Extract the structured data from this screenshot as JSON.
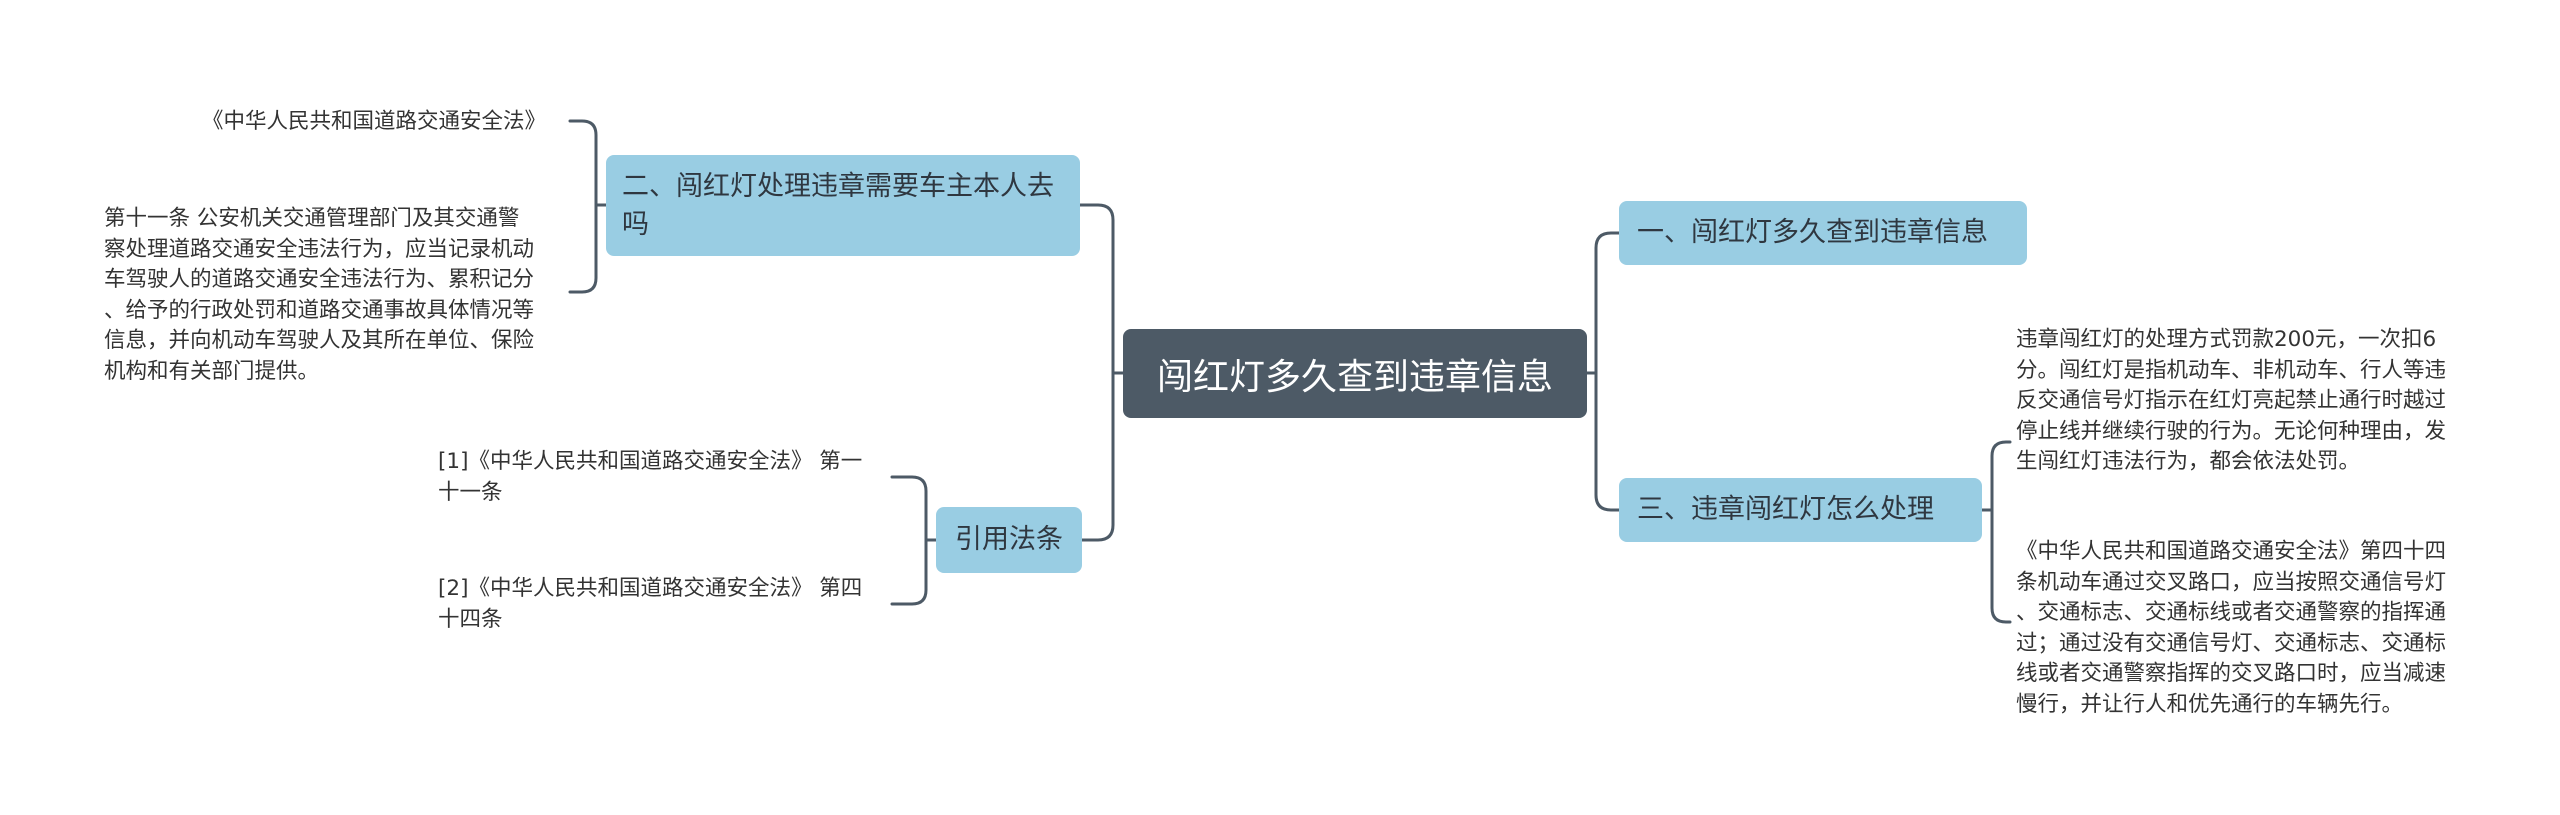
{
  "diagram": {
    "root": {
      "label": "闯红灯多久查到违章信息"
    },
    "branches": [
      {
        "label": "一、闯红灯多久查到违章信息"
      },
      {
        "label": "二、闯红灯处理违章需要车主本人去吗",
        "children": [
          "《中华人民共和国道路交通安全法》",
          "第十一条 公安机关交通管理部门及其交通警\n察处理道路交通安全违法行为，应当记录机动\n车驾驶人的道路交通安全违法行为、累积记分\n、给予的行政处罚和道路交通事故具体情况等\n信息，并向机动车驾驶人及其所在单位、保险\n机构和有关部门提供。"
        ]
      },
      {
        "label": "三、违章闯红灯怎么处理",
        "children": [
          "违章闯红灯的处理方式罚款200元，一次扣6\n分。闯红灯是指机动车、非机动车、行人等违\n反交通信号灯指示在红灯亮起禁止通行时越过\n停止线并继续行驶的行为。无论何种理由，发\n生闯红灯违法行为，都会依法处罚。",
          "《中华人民共和国道路交通安全法》第四十四\n条机动车通过交叉路口，应当按照交通信号灯\n、交通标志、交通标线或者交通警察的指挥通\n过；通过没有交通信号灯、交通标志、交通标\n线或者交通警察指挥的交叉路口时，应当减速\n慢行，并让行人和优先通行的车辆先行。"
        ]
      },
      {
        "label": "引用法条",
        "children": [
          "[1]《中华人民共和国道路交通安全法》 第一\n十一条",
          "[2]《中华人民共和国道路交通安全法》 第四\n十四条"
        ]
      }
    ]
  },
  "colors": {
    "root_bg": "#4d5a66",
    "branch_bg": "#99cde3",
    "connector": "#4d5a66"
  }
}
